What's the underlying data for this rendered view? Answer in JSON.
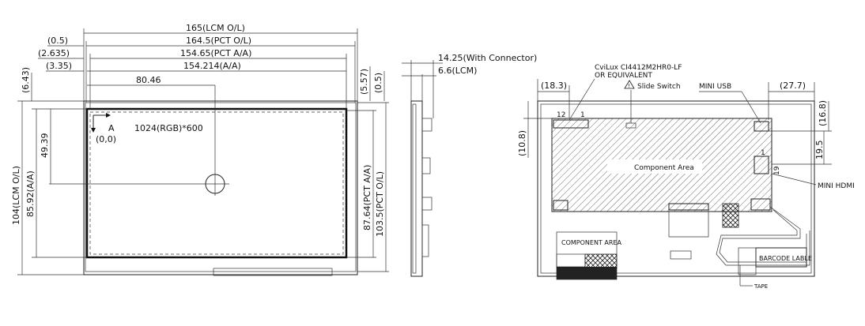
{
  "front_view": {
    "dims_top": {
      "lcm_outline": "165(LCM O/L)",
      "pct_outline": "164.5(PCT O/L)",
      "pct_active": "154.65(PCT A/A)",
      "active_area": "154.214(A/A)",
      "offset_05": "(0.5)",
      "offset_2635": "(2.635)",
      "offset_335": "(3.35)",
      "center_x": "80.46"
    },
    "dims_left": {
      "top_offset": "(6.43)",
      "center_y": "49.39",
      "active_area_h": "85.92(A/A)",
      "lcm_outline_h": "104(LCM O/L)"
    },
    "dims_right": {
      "top_557": "(5.57)",
      "top_05": "(0.5)",
      "pct_active_h": "87.64(PCT A/A)",
      "pct_outline_h": "103.5(PCT O/L)"
    },
    "resolution": "1024(RGB)*600",
    "origin_label": "A",
    "origin_coord": "(0,0)"
  },
  "side_view": {
    "with_connector": "14.25(With Connector)",
    "lcm_thickness": "6.6(LCM)"
  },
  "rear_view": {
    "connector_part": "CviLux CI4412M2HR0-LF",
    "connector_equiv": "OR EQUIVALENT",
    "slide_switch": "Slide Switch",
    "warning_glyph": "!",
    "mini_usb": "MINI USB",
    "mini_hdmi": "MINI HDMI",
    "dim_183": "(18.3)",
    "dim_277": "(27.7)",
    "dim_108": "(10.8)",
    "dim_168": "(16.8)",
    "dim_195": "19.5",
    "pin_12": "12",
    "pin_1": "1",
    "pin_1b": "1",
    "pin_19": "19",
    "component_area_main": "Component Area",
    "component_area_small": "COMPONENT AREA",
    "barcode": "BARCODE LABLE",
    "tape": "TAPE"
  }
}
